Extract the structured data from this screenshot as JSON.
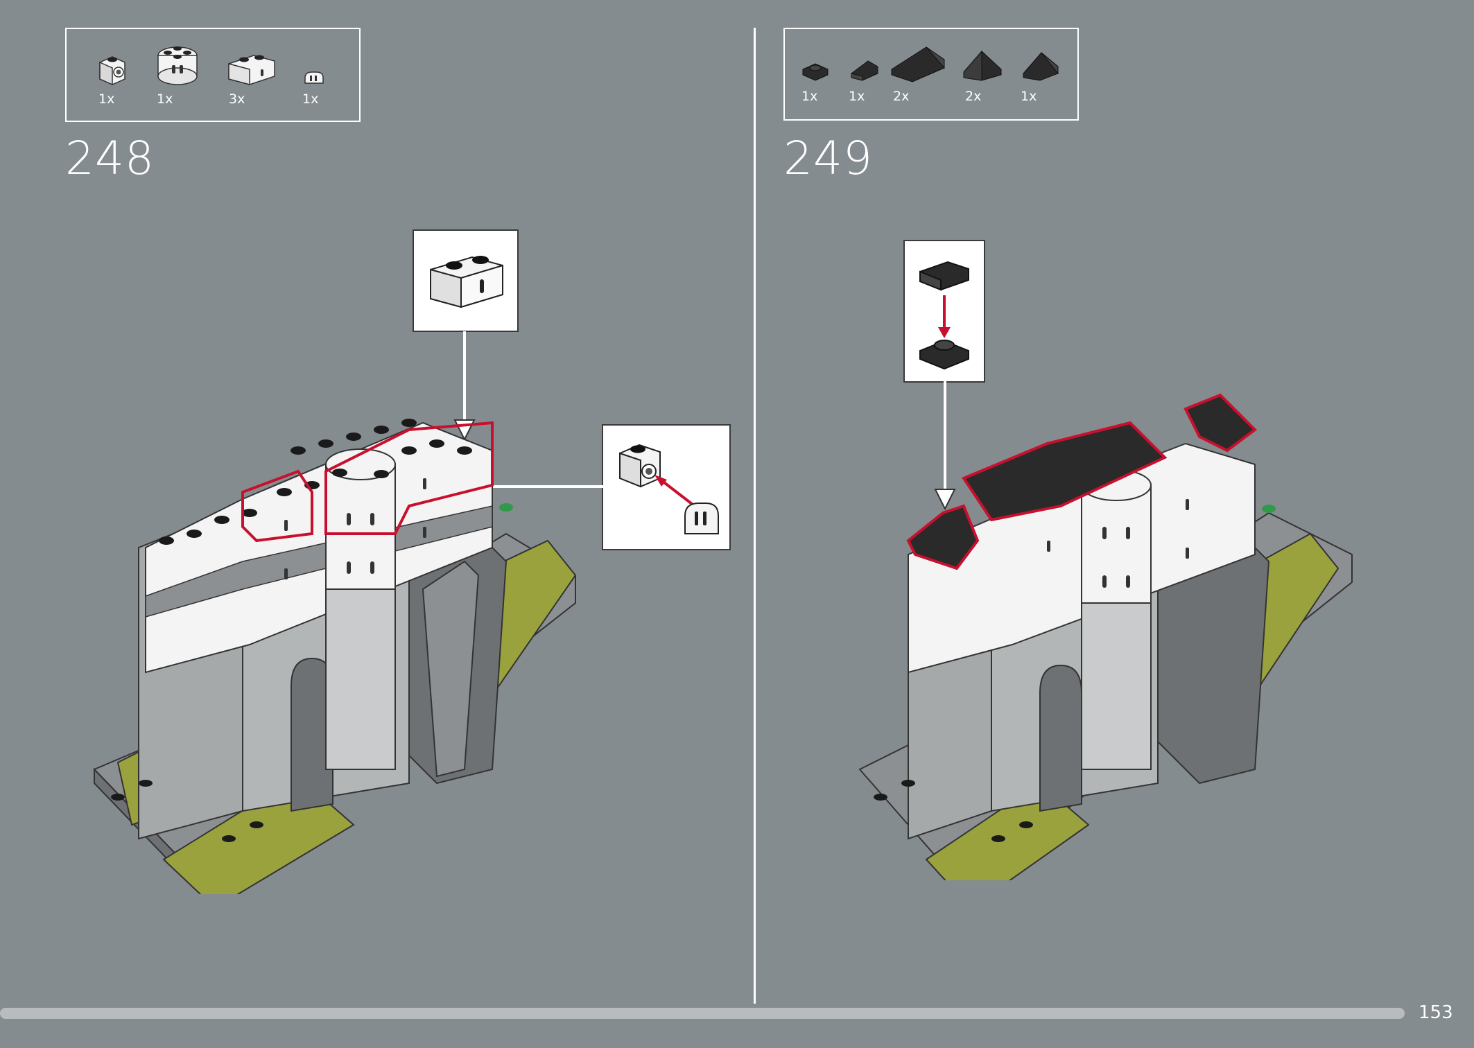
{
  "step_248": {
    "number": "248",
    "parts": [
      {
        "icon": "white-headlight-brick-icon",
        "qty": "1x"
      },
      {
        "icon": "white-round-turret-brick-icon",
        "qty": "1x"
      },
      {
        "icon": "white-window-brick-1x2-icon",
        "qty": "3x"
      },
      {
        "icon": "white-arch-tile-icon",
        "qty": "1x"
      }
    ]
  },
  "step_249": {
    "number": "249",
    "parts": [
      {
        "icon": "black-plate-1x1-icon",
        "qty": "1x"
      },
      {
        "icon": "black-slope-1x1-icon",
        "qty": "1x"
      },
      {
        "icon": "black-roof-slope-large-icon",
        "qty": "2x"
      },
      {
        "icon": "black-roof-peak-icon",
        "qty": "2x"
      },
      {
        "icon": "black-roof-slope-small-icon",
        "qty": "1x"
      }
    ]
  },
  "colors": {
    "background": "#858c8f",
    "highlight": "#c8102e",
    "white_brick": "#f4f4f4",
    "gray_brick": "#a6a9aa",
    "dark_gray": "#6e7173",
    "olive": "#9aa23e",
    "black": "#2a2a2a",
    "green_stud": "#2e9a4a"
  },
  "footer": {
    "page_number": "153",
    "progress": 0.95
  }
}
